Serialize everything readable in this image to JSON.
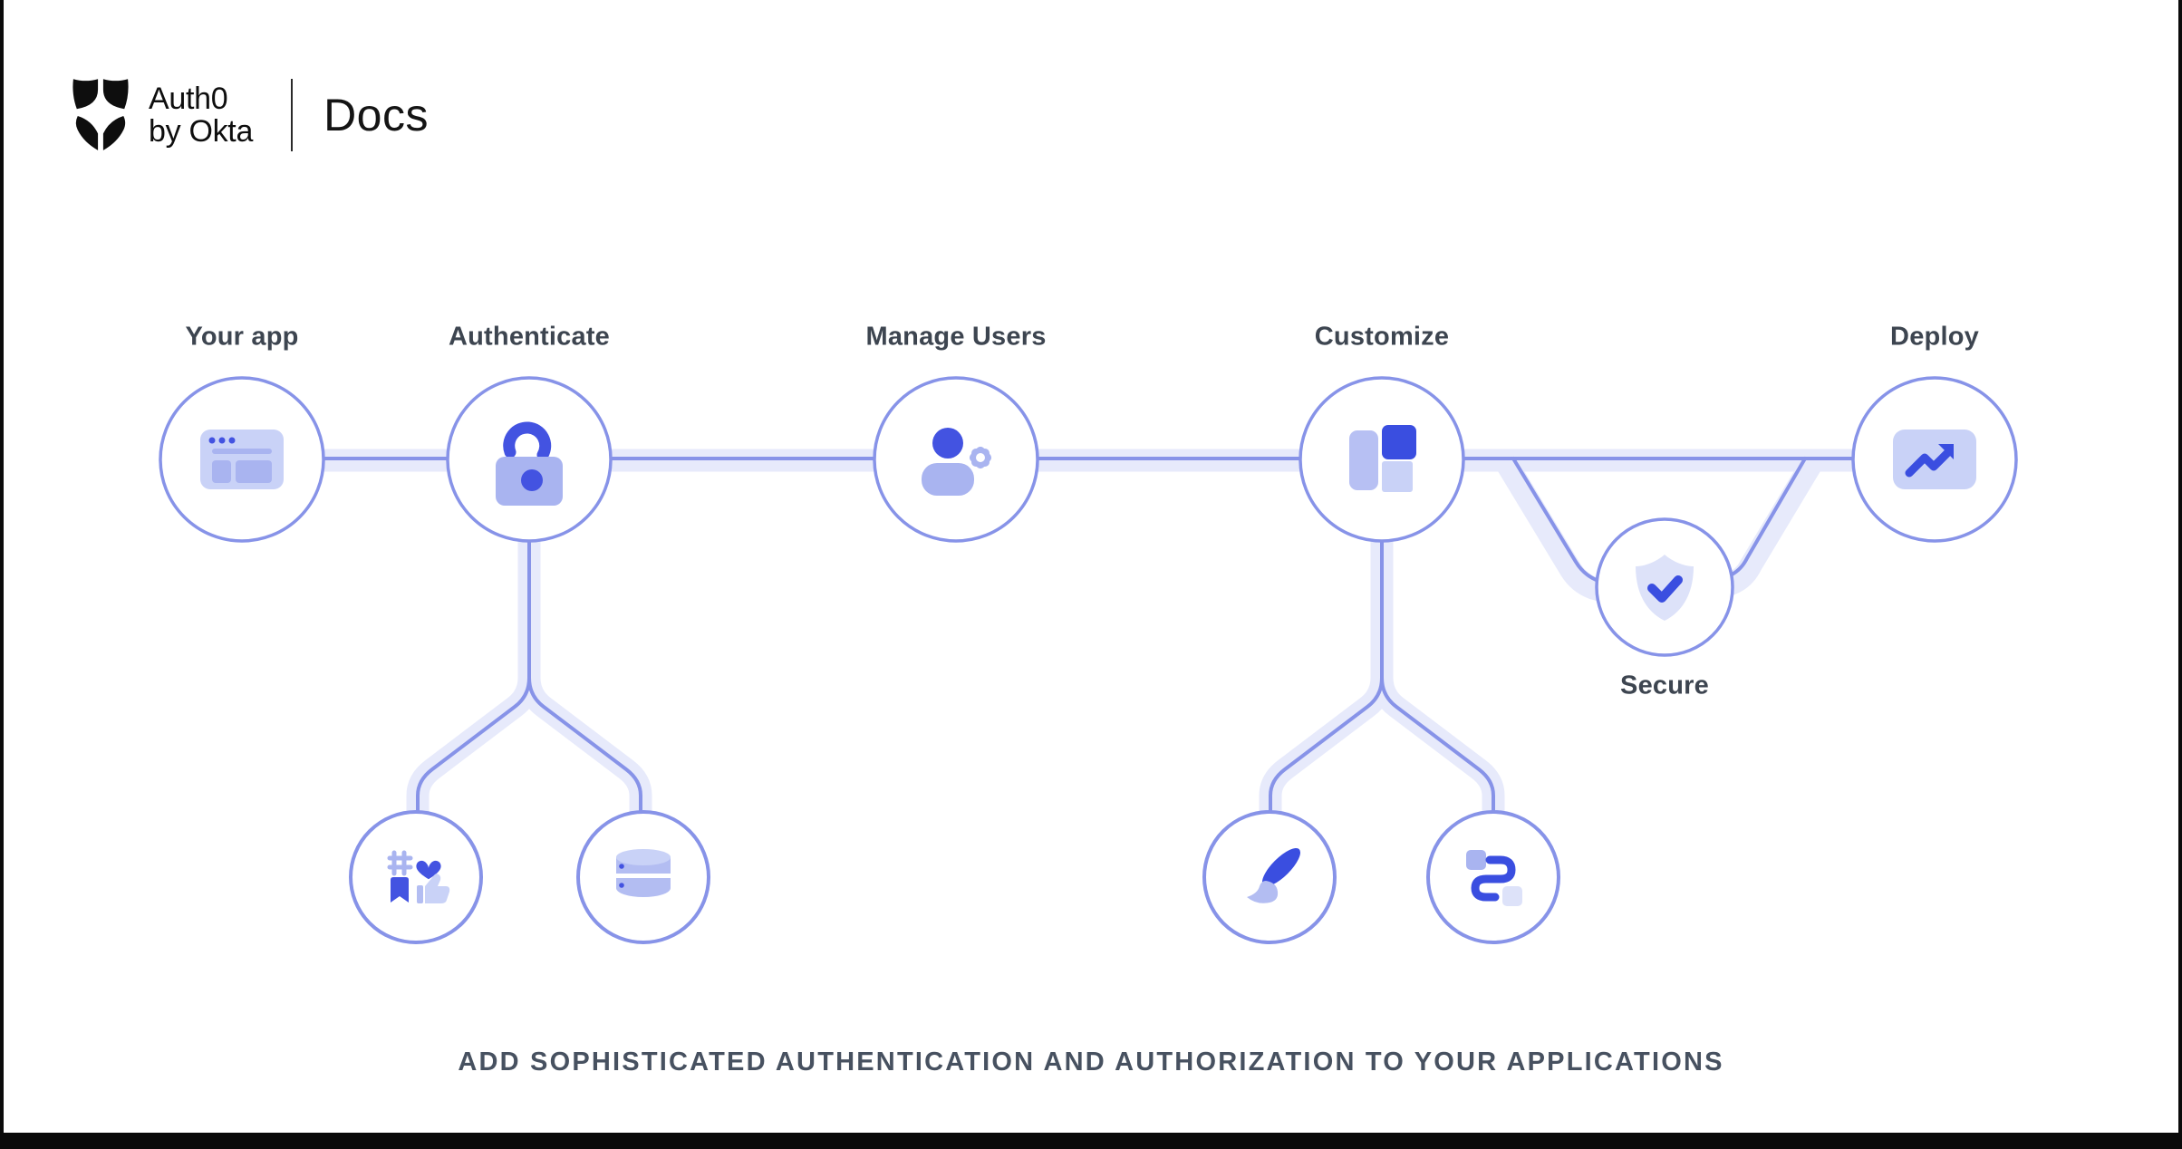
{
  "header": {
    "brand": {
      "line1": "Auth0",
      "line2": "by Okta"
    },
    "product": "Docs"
  },
  "diagram": {
    "nodes": [
      {
        "id": "your-app",
        "label": "Your app",
        "icon": "browser-window-icon"
      },
      {
        "id": "authenticate",
        "label": "Authenticate",
        "icon": "unlocked-padlock-icon"
      },
      {
        "id": "manage-users",
        "label": "Manage Users",
        "icon": "user-gear-icon"
      },
      {
        "id": "customize",
        "label": "Customize",
        "icon": "layout-blocks-icon"
      },
      {
        "id": "deploy",
        "label": "Deploy",
        "icon": "trend-up-arrow-icon"
      },
      {
        "id": "secure",
        "label": "Secure",
        "icon": "shield-check-icon"
      }
    ],
    "sub_nodes": [
      {
        "parent": "authenticate",
        "icon": "social-engagement-icon"
      },
      {
        "parent": "authenticate",
        "icon": "database-icon"
      },
      {
        "parent": "customize",
        "icon": "paintbrush-icon"
      },
      {
        "parent": "customize",
        "icon": "flow-route-icon"
      }
    ]
  },
  "headline": "ADD SOPHISTICATED AUTHENTICATION AND AUTHORIZATION TO YOUR APPLICATIONS",
  "colors": {
    "accent_blue": "#4353e1",
    "dark_square_blue": "#3a4ee0",
    "periwinkle": "#a9b4f0",
    "pale_periwinkle": "#c9d2f7",
    "lightest_lavender": "#dde2f9",
    "connector_band": "#e7eafb",
    "outline": "#8793e8",
    "label_text": "#3d4550",
    "headline_text": "#475160",
    "logo_black": "#0e0e0e"
  }
}
